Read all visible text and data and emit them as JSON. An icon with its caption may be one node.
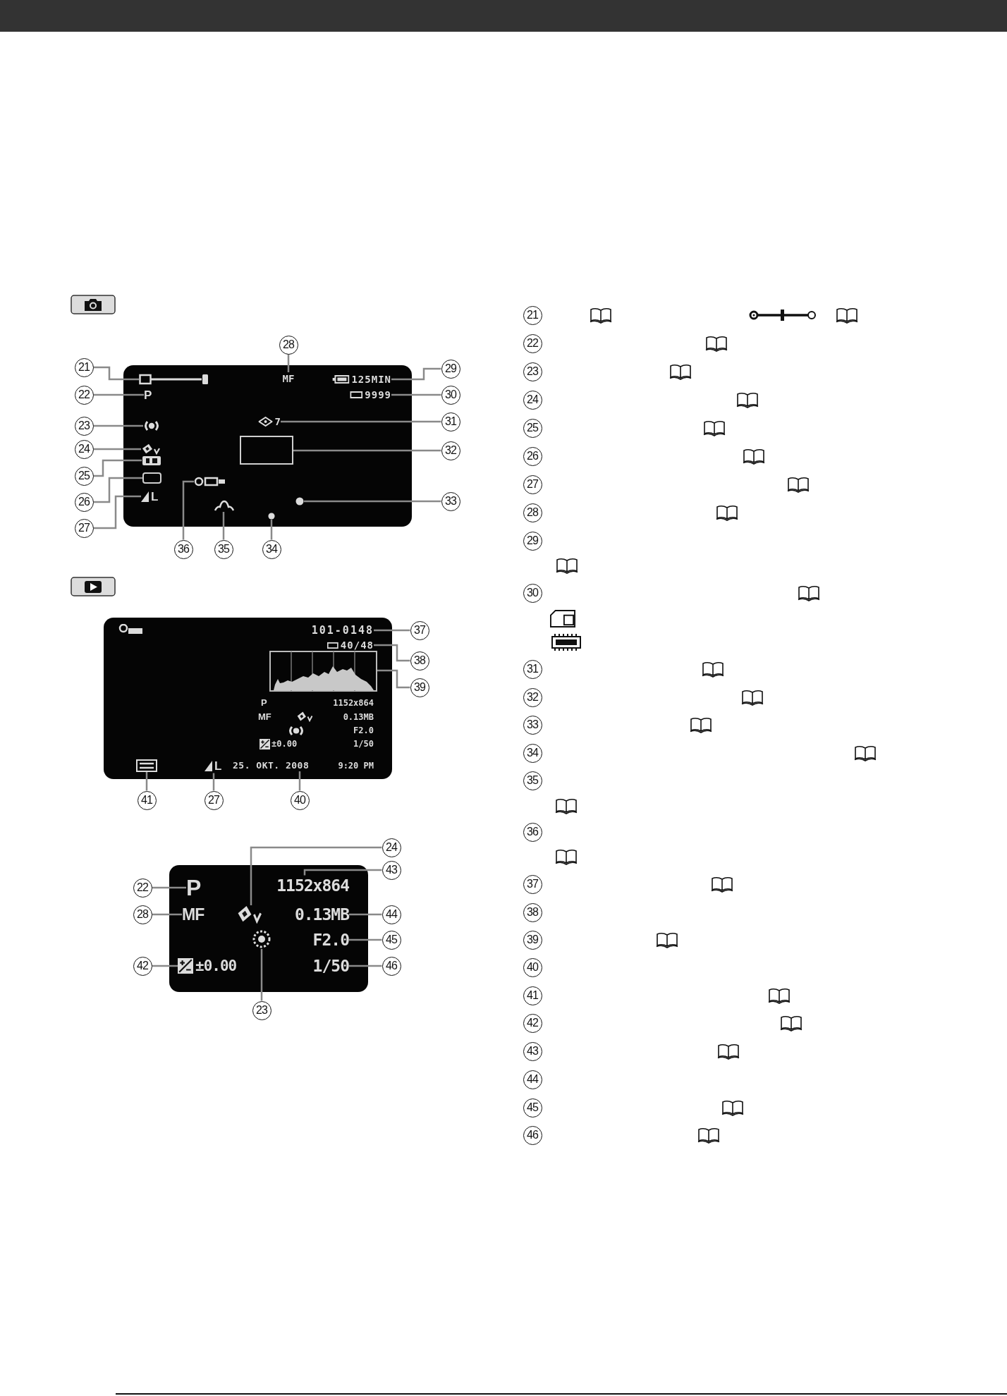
{
  "diagram": {
    "nodes": [
      {
        "text": [],
        "shape": "box"
      },
      {
        "text": [],
        "shape": "bar",
        "in": 0
      },
      {
        "text": [
          "P"
        ],
        "in": 0
      },
      {
        "text": [],
        "shape": "circle",
        "in": 0
      },
      {
        "text": [],
        "shape": "picture",
        "in": 0
      },
      {
        "text": [],
        "shape": "picture",
        "in": 0
      },
      {
        "text": [],
        "shape": "box",
        "in": 0
      },
      {
        "text": [
          "L"
        ],
        "in": 0
      },
      {
        "text": [
          "MF"
        ],
        "in": 0
      },
      {
        "text": [
          "125MIN"
        ],
        "in": 0
      },
      {
        "text": [
          "9999"
        ],
        "in": 0
      },
      {
        "text": [
          "7"
        ],
        "in": 0
      },
      {
        "text": [],
        "shape": "box",
        "in": 0
      },
      {
        "text": [],
        "shape": "circle",
        "in": 0
      },
      {
        "text": [],
        "shape": "circle",
        "in": 0
      },
      {
        "text": [],
        "shape": "picture",
        "in": 0
      },
      {
        "text": [],
        "shape": "picture",
        "in": 0
      },
      {
        "text": [
          "21"
        ]
      },
      {
        "text": [
          "22"
        ]
      },
      {
        "text": [
          "23"
        ]
      },
      {
        "text": [
          "24"
        ]
      },
      {
        "text": [
          "25"
        ]
      },
      {
        "text": [
          "26"
        ]
      },
      {
        "text": [
          "27"
        ]
      },
      {
        "text": [
          "28"
        ]
      },
      {
        "text": [
          "29"
        ]
      },
      {
        "text": [
          "30"
        ]
      },
      {
        "text": [
          "31"
        ]
      },
      {
        "text": [
          "32"
        ]
      },
      {
        "text": [
          "33"
        ]
      },
      {
        "text": [
          "34"
        ]
      },
      {
        "text": [
          "35"
        ]
      },
      {
        "text": [
          "36"
        ]
      },
      {
        "text": [],
        "shape": "box"
      },
      {
        "text": [
          "101-0148"
        ],
        "in": 33
      },
      {
        "text": [
          "40/48"
        ],
        "in": 33
      },
      {
        "text": [],
        "shape": "picture",
        "in": 33
      },
      {
        "text": [],
        "shape": "picture",
        "in": 33
      },
      {
        "text": [
          "L"
        ],
        "in": 33
      },
      {
        "text": [
          "25. OKT. 2008"
        ],
        "in": 33
      },
      {
        "text": [
          "37"
        ]
      },
      {
        "text": [
          "38"
        ]
      },
      {
        "text": [
          "39"
        ]
      },
      {
        "text": [
          "41"
        ]
      },
      {
        "text": [
          "27"
        ]
      },
      {
        "text": [
          "40"
        ]
      },
      {
        "text": [],
        "shape": "box"
      },
      {
        "text": [
          "P"
        ],
        "in": 46
      },
      {
        "text": [
          "MF"
        ],
        "in": 46
      },
      {
        "text": [
          "±0.00"
        ],
        "in": 46
      },
      {
        "text": [],
        "shape": "picture",
        "in": 46
      },
      {
        "text": [
          "1152x864"
        ],
        "in": 46
      },
      {
        "text": [
          "0.13MB"
        ],
        "in": 46
      },
      {
        "text": [
          "F2.0"
        ],
        "in": 46
      },
      {
        "text": [
          "1/50"
        ],
        "in": 46
      },
      {
        "text": [],
        "shape": "picture",
        "in": 46
      },
      {
        "text": [
          "22"
        ]
      },
      {
        "text": [
          "28"
        ]
      },
      {
        "text": [
          "42"
        ]
      },
      {
        "text": [
          "24"
        ]
      },
      {
        "text": [
          "43"
        ]
      },
      {
        "text": [
          "44"
        ]
      },
      {
        "text": [
          "45"
        ]
      },
      {
        "text": [
          "46"
        ]
      },
      {
        "text": [
          "23"
        ]
      },
      {
        "text": [
          "21"
        ]
      },
      {
        "text": [
          "22"
        ]
      },
      {
        "text": [
          "23"
        ]
      },
      {
        "text": [
          "24"
        ]
      },
      {
        "text": [
          "25"
        ]
      },
      {
        "text": [
          "26"
        ]
      },
      {
        "text": [
          "27"
        ]
      },
      {
        "text": [
          "28"
        ]
      },
      {
        "text": [
          "29"
        ]
      },
      {
        "text": [
          "30"
        ]
      },
      {
        "text": [
          "31"
        ]
      },
      {
        "text": [
          "32"
        ]
      },
      {
        "text": [
          "33"
        ]
      },
      {
        "text": [
          "34"
        ]
      },
      {
        "text": [
          "35"
        ]
      },
      {
        "text": [
          "36"
        ]
      },
      {
        "text": [
          "37"
        ]
      },
      {
        "text": [
          "38"
        ]
      },
      {
        "text": [
          "39"
        ]
      },
      {
        "text": [
          "40"
        ]
      },
      {
        "text": [
          "41"
        ]
      },
      {
        "text": [
          "42"
        ]
      },
      {
        "text": [
          "43"
        ]
      },
      {
        "text": [
          "44"
        ]
      },
      {
        "text": [
          "45"
        ]
      },
      {
        "text": [
          "46"
        ]
      }
    ],
    "edges": [
      {
        "from": 17,
        "to": 1,
        "arrow": "none"
      },
      {
        "from": 18,
        "to": 2,
        "arrow": "none"
      },
      {
        "from": 19,
        "to": 3,
        "arrow": "none"
      },
      {
        "from": 20,
        "to": 4,
        "arrow": "none"
      },
      {
        "from": 21,
        "to": 5,
        "arrow": "none"
      },
      {
        "from": 22,
        "to": 6,
        "arrow": "none"
      },
      {
        "from": 23,
        "to": 7,
        "arrow": "none"
      },
      {
        "from": 24,
        "to": 8,
        "arrow": "none"
      },
      {
        "from": 25,
        "to": 9,
        "arrow": "none"
      },
      {
        "from": 26,
        "to": 10,
        "arrow": "none"
      },
      {
        "from": 27,
        "to": 11,
        "arrow": "none"
      },
      {
        "from": 28,
        "to": 12,
        "arrow": "none"
      },
      {
        "from": 29,
        "to": 13,
        "arrow": "none"
      },
      {
        "from": 30,
        "to": 14,
        "arrow": "none"
      },
      {
        "from": 31,
        "to": 15,
        "arrow": "none"
      },
      {
        "from": 32,
        "to": 16,
        "arrow": "none"
      },
      {
        "from": 40,
        "to": 34,
        "arrow": "none"
      },
      {
        "from": 41,
        "to": 35,
        "arrow": "none"
      },
      {
        "from": 42,
        "to": 36,
        "arrow": "none"
      },
      {
        "from": 43,
        "to": 37,
        "arrow": "none"
      },
      {
        "from": 44,
        "to": 38,
        "arrow": "none"
      },
      {
        "from": 45,
        "to": 39,
        "arrow": "none"
      },
      {
        "from": 56,
        "to": 47,
        "arrow": "none"
      },
      {
        "from": 57,
        "to": 48,
        "arrow": "none"
      },
      {
        "from": 58,
        "to": 49,
        "arrow": "none"
      },
      {
        "from": 59,
        "to": 50,
        "arrow": "none"
      },
      {
        "from": 60,
        "to": 51,
        "arrow": "none"
      },
      {
        "from": 61,
        "to": 52,
        "arrow": "none"
      },
      {
        "from": 62,
        "to": 53,
        "arrow": "none"
      },
      {
        "from": 63,
        "to": 54,
        "arrow": "none"
      },
      {
        "from": 64,
        "to": 55,
        "arrow": "none"
      }
    ],
    "labels": [
      "P",
      "1152x864",
      "MF",
      "0.13MB",
      "F2.0",
      "±0.00",
      "1/50",
      "9:20 PM"
    ]
  }
}
